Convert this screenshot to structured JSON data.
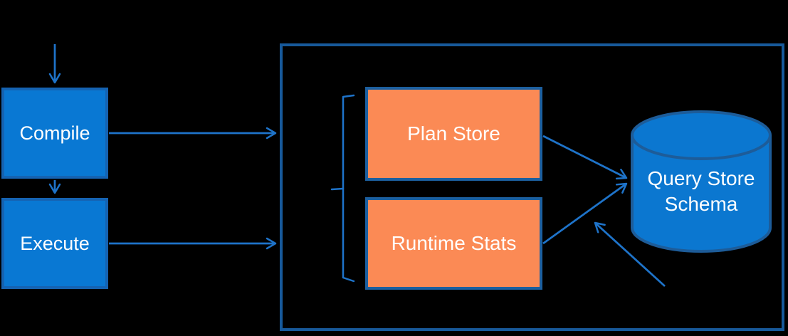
{
  "diagram": {
    "background_color": "#000000",
    "nodes": {
      "compile": {
        "label": "Compile"
      },
      "execute": {
        "label": "Execute"
      },
      "plan_store": {
        "label": "Plan Store"
      },
      "runtime_stats": {
        "label": "Runtime Stats"
      },
      "query_store_schema": {
        "label": "Query Store Schema",
        "line1": "Query Store",
        "line2": "Schema"
      }
    },
    "edges": [
      {
        "from": "top",
        "to": "compile",
        "style": "arrow-down"
      },
      {
        "from": "compile",
        "to": "execute",
        "style": "arrow-down"
      },
      {
        "from": "compile",
        "to": "query-store-container",
        "style": "arrow-right"
      },
      {
        "from": "execute",
        "to": "query-store-container",
        "style": "arrow-right"
      },
      {
        "from": "plan_store",
        "to": "query_store_schema",
        "style": "arrow"
      },
      {
        "from": "runtime_stats",
        "to": "query_store_schema",
        "style": "arrow"
      },
      {
        "from": "bottom-right",
        "to": "query_store_schema",
        "style": "arrow",
        "note": "unlabeled arrow pointing up-left"
      }
    ],
    "bracket": {
      "groups": [
        "plan_store",
        "runtime_stats"
      ],
      "side": "left"
    },
    "colors": {
      "blue_node_fill": "#0978d3",
      "blue_node_border": "#1563b2",
      "orange_node_fill": "#fb8a55",
      "orange_node_border": "#1c5f9f",
      "container_border": "#17599a",
      "cylinder_fill": "#0b77d0",
      "cylinder_border": "#1d5c99",
      "arrow": "#1e73c9",
      "label_text": "#ffffff"
    }
  }
}
